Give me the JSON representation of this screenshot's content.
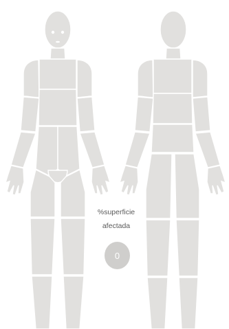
{
  "body_map": {
    "views": [
      "front",
      "back"
    ],
    "colors": {
      "region": "#e1e0de",
      "divider": "#ffffff",
      "badge": "#cfcecc"
    }
  },
  "affected_surface": {
    "label_line1": "%superficie",
    "label_line2": "afectada",
    "value": "0"
  }
}
